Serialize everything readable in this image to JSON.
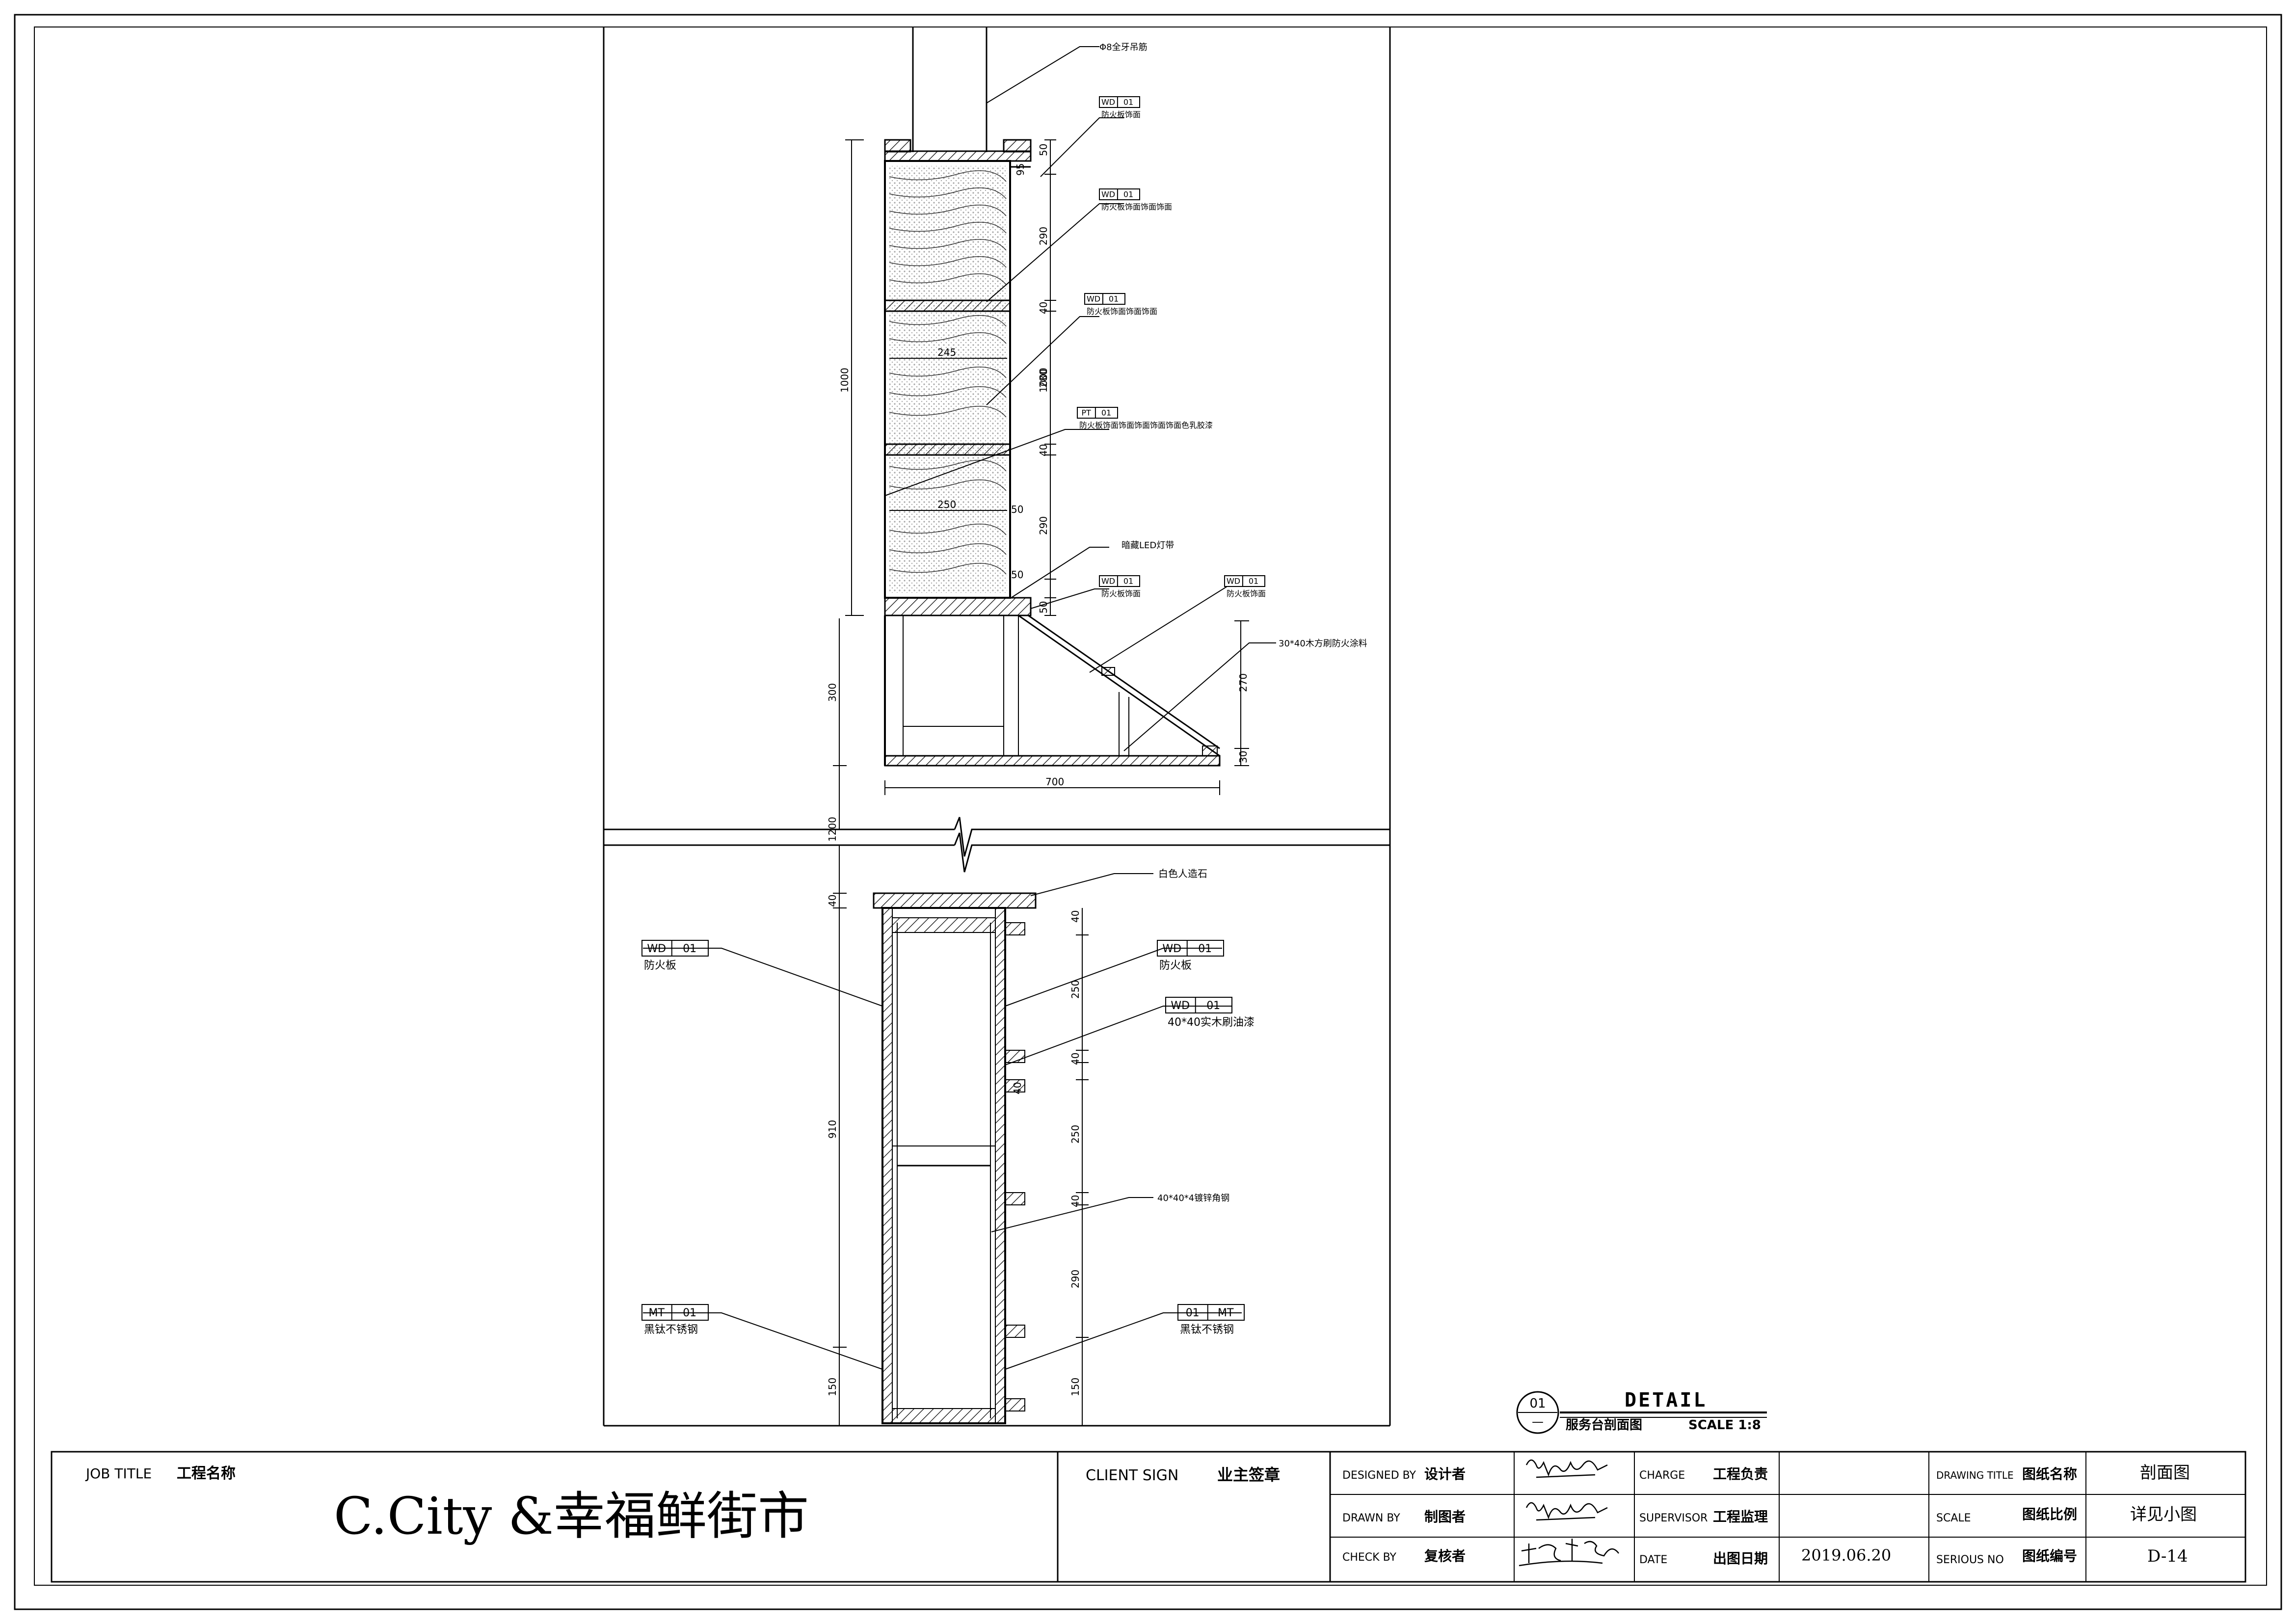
{
  "drawing": {
    "top_view": {
      "callouts": {
        "hanger_rod": "Φ8全牙吊筋",
        "led_strip": "暗藏LED灯带",
        "wood_keel": "30*40木方刷防火涂料"
      },
      "tags": [
        {
          "code": "WD",
          "num": "01",
          "desc": "防火板饰面"
        },
        {
          "code": "WD",
          "num": "01",
          "desc": "防火板饰面饰面饰面"
        },
        {
          "code": "WD",
          "num": "01",
          "desc": "防火板饰面饰面饰面"
        },
        {
          "code": "PT",
          "num": "01",
          "desc": "防火板饰面饰面饰面饰面饰面色乳胶漆"
        },
        {
          "code": "WD",
          "num": "01",
          "desc": "防火板饰面"
        },
        {
          "code": "WD",
          "num": "01",
          "desc": "防火板饰面"
        }
      ],
      "dims": {
        "total_height": "1000",
        "base_height": "300",
        "base_width": "700",
        "right_total": "1000",
        "r_50a": "50",
        "r_95": "95",
        "r_290a": "290",
        "r_40a": "40",
        "r_280": "280",
        "r_40b": "40",
        "r_290b": "290",
        "r_50b": "50",
        "shelf1_w": "245",
        "shelf2_w": "250",
        "small_50a": "50",
        "small_50b": "50",
        "slope_270": "270",
        "slope_30": "30",
        "break_1200": "1200"
      }
    },
    "bottom_view": {
      "callouts": {
        "stone": "白色人造石",
        "angle_steel": "40*40*4镀锌角钢"
      },
      "tags": [
        {
          "code": "WD",
          "num": "01",
          "desc": "防火板"
        },
        {
          "code": "WD",
          "num": "01",
          "desc": "防火板"
        },
        {
          "code": "WD",
          "num": "01",
          "desc": "40*40实木刷油漆"
        },
        {
          "code": "MT",
          "num": "01",
          "desc": "黑钛不锈钢"
        },
        {
          "code": "01",
          "num": "MT",
          "desc": "黑钛不锈钢"
        }
      ],
      "dims": {
        "top_40": "40",
        "main_910": "910",
        "bottom_150": "150",
        "r_40a": "40",
        "r_250a": "250",
        "r_40b": "40",
        "r_40c": "40",
        "r_250b": "250",
        "r_40d": "40",
        "r_290": "290",
        "r_150": "150"
      }
    },
    "detail": {
      "number": "01",
      "sheet": "—",
      "title": "DETAIL",
      "subtitle": "服务台剖面图",
      "scale": "SCALE 1:8"
    }
  },
  "title_block": {
    "job_title_en": "JOB TITLE",
    "job_title_cn": "工程名称",
    "project_name": "C.City &幸福鲜街市",
    "client_sign_en": "CLIENT SIGN",
    "client_sign_cn": "业主签章",
    "designed_by_en": "DESIGNED BY",
    "designed_by_cn": "设计者",
    "drawn_by_en": "DRAWN BY",
    "drawn_by_cn": "制图者",
    "check_by_en": "CHECK BY",
    "check_by_cn": "复核者",
    "charge_en": "CHARGE",
    "charge_cn": "工程负责",
    "supervisor_en": "SUPERVISOR",
    "supervisor_cn": "工程监理",
    "date_en": "DATE",
    "date_cn": "出图日期",
    "date_value": "2019.06.20",
    "drawing_title_en": "DRAWING TITLE",
    "drawing_title_cn": "图纸名称",
    "drawing_title_value": "剖面图",
    "scale_en": "SCALE",
    "scale_cn": "图纸比例",
    "scale_value": "详见小图",
    "serious_no_en": "SERIOUS NO",
    "serious_no_cn": "图纸编号",
    "serious_no_value": "D-14"
  }
}
